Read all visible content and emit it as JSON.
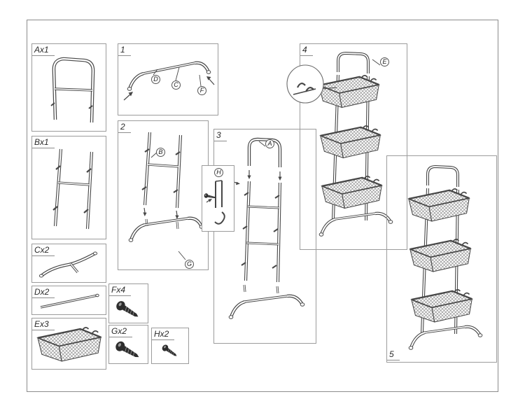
{
  "sheet": {
    "type": "assembly-instructions",
    "background_color": "#ffffff",
    "line_color": "#474747",
    "panel_border_color": "#9c9c9c"
  },
  "parts_panels": [
    {
      "id": "A",
      "label": "Ax1",
      "drawing": "handle-frame"
    },
    {
      "id": "B",
      "label": "Bx1",
      "drawing": "upright-frame-with-hooks"
    },
    {
      "id": "C",
      "label": "Cx2",
      "drawing": "curved-foot-tube"
    },
    {
      "id": "D",
      "label": "Dx2",
      "drawing": "straight-rod"
    },
    {
      "id": "E",
      "label": "Ex3",
      "drawing": "wire-basket"
    }
  ],
  "hardware_panels": [
    {
      "id": "F",
      "label": "Fx4",
      "drawing": "bolt"
    },
    {
      "id": "G",
      "label": "Gx2",
      "drawing": "bolt"
    },
    {
      "id": "H",
      "label": "Hx2",
      "drawing": "small-bolt"
    }
  ],
  "steps": [
    {
      "number": "1",
      "callouts": [
        "D",
        "C",
        "F"
      ]
    },
    {
      "number": "2",
      "callouts": [
        "B",
        "G"
      ]
    },
    {
      "number": "3",
      "callouts": [
        "A",
        "H"
      ]
    },
    {
      "number": "4",
      "callouts": [
        "E"
      ]
    },
    {
      "number": "5",
      "callouts": []
    }
  ]
}
